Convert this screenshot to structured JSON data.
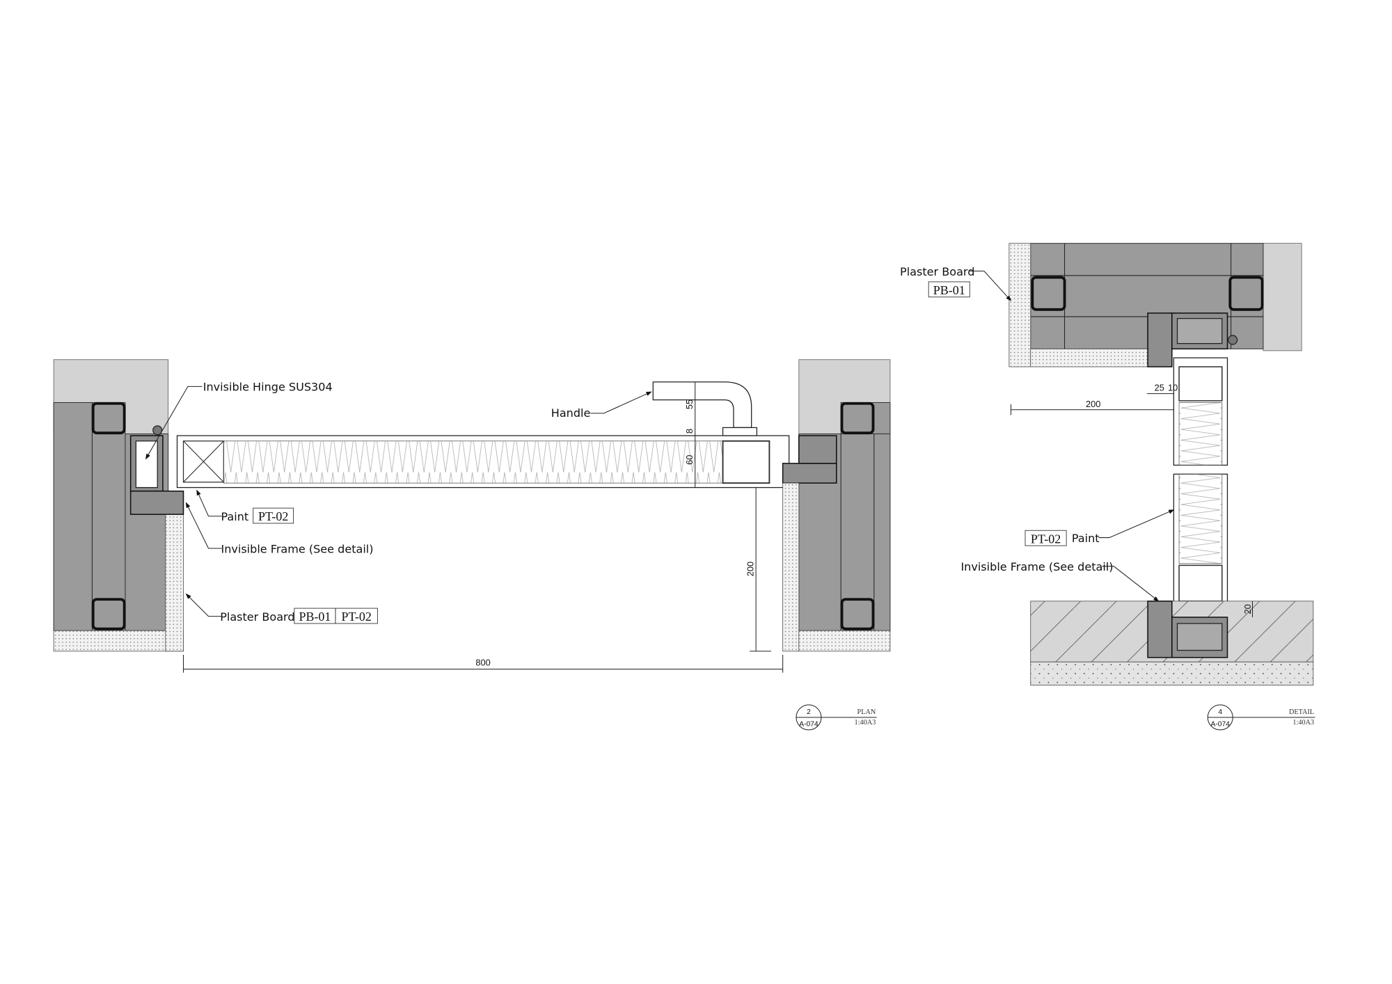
{
  "plan": {
    "labels": {
      "hinge": "Invisible Hinge SUS304",
      "handle": "Handle",
      "paint": "Paint",
      "paint_code": "PT-02",
      "frame": "Invisible Frame (See detail)",
      "plaster": "Plaster Board",
      "plaster_code1": "PB-01",
      "plaster_code2": "PT-02"
    },
    "dimensions": {
      "width": "800",
      "clearance": "200",
      "handle_proj": "55",
      "handle_base": "8",
      "thickness": "60"
    },
    "title_block": {
      "number": "2",
      "sheet": "A-074",
      "title": "PLAN",
      "scale": "1:40A3"
    }
  },
  "detail": {
    "labels": {
      "plaster": "Plaster Board",
      "plaster_code": "PB-01",
      "paint_code": "PT-02",
      "paint": "Paint",
      "frame": "Invisible Frame (See detail)"
    },
    "dimensions": {
      "offset": "200",
      "d25": "25",
      "d10": "10",
      "floor": "20"
    },
    "title_block": {
      "number": "4",
      "sheet": "A-074",
      "title": "DETAIL",
      "scale": "1:40A3"
    }
  },
  "colors": {
    "wall": "#9b9b9b",
    "light_fill": "#d3d3d3",
    "line": "#222222"
  }
}
